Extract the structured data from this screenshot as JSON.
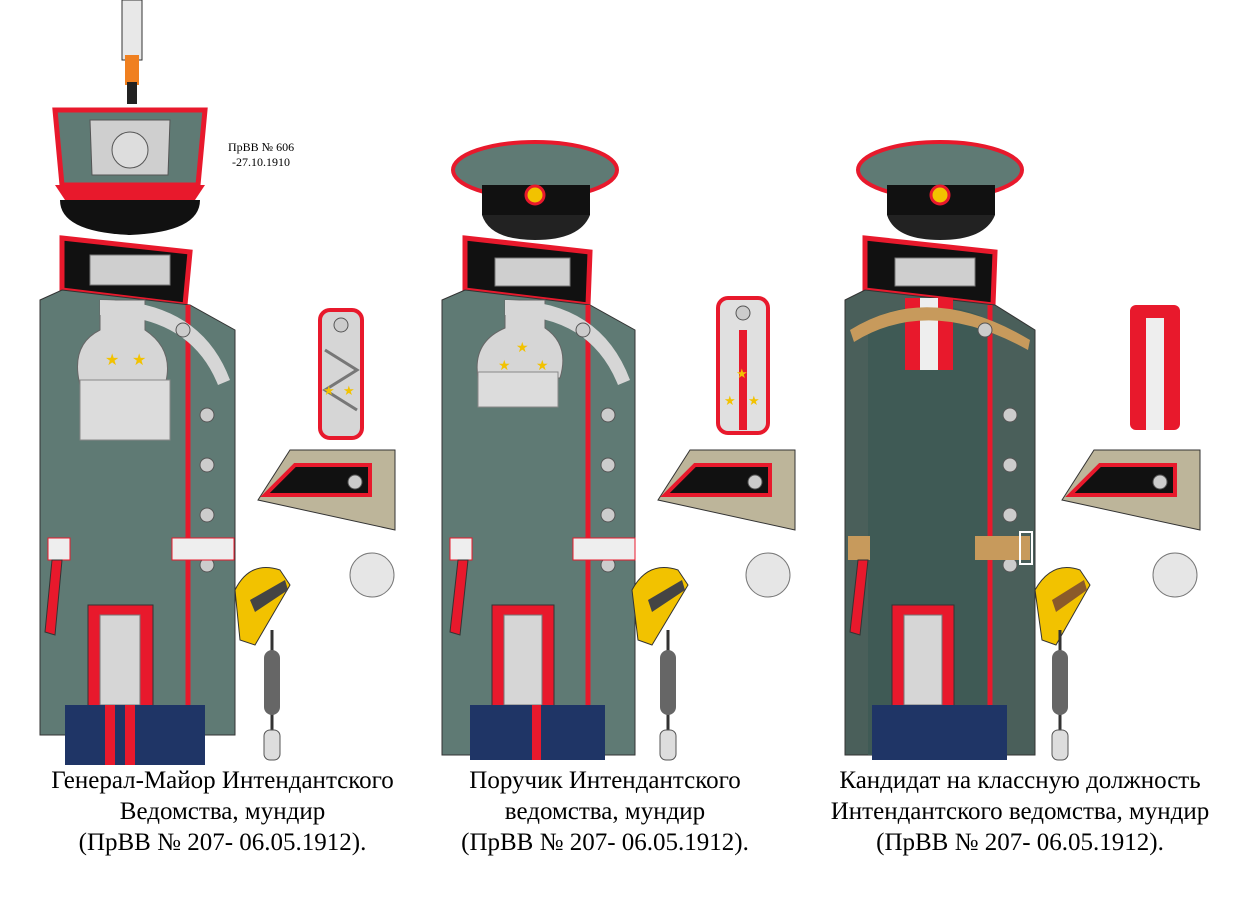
{
  "colors": {
    "cloth": "#5f7a74",
    "cloth_dark": "#3f5a55",
    "piping": "#e8192c",
    "black": "#111111",
    "silver": "#d6d6d6",
    "gold": "#f2c200",
    "trousers": "#1f3566",
    "khaki": "#bdb59a",
    "leather": "#c79a5c"
  },
  "figures": [
    {
      "decree_note": [
        "ПрВВ № 606",
        "-27.10.1910"
      ],
      "caption": [
        "Генерал-Майор Интендантского",
        "Ведомства, мундир",
        "(ПрВВ № 207- 06.05.1912)."
      ]
    },
    {
      "caption": [
        "Поручик Интендантского",
        "ведомства, мундир",
        "(ПрВВ № 207- 06.05.1912)."
      ]
    },
    {
      "caption": [
        "Кандидат на классную должность",
        "Интендантского ведомства, мундир",
        "(ПрВВ № 207- 06.05.1912)."
      ]
    }
  ]
}
